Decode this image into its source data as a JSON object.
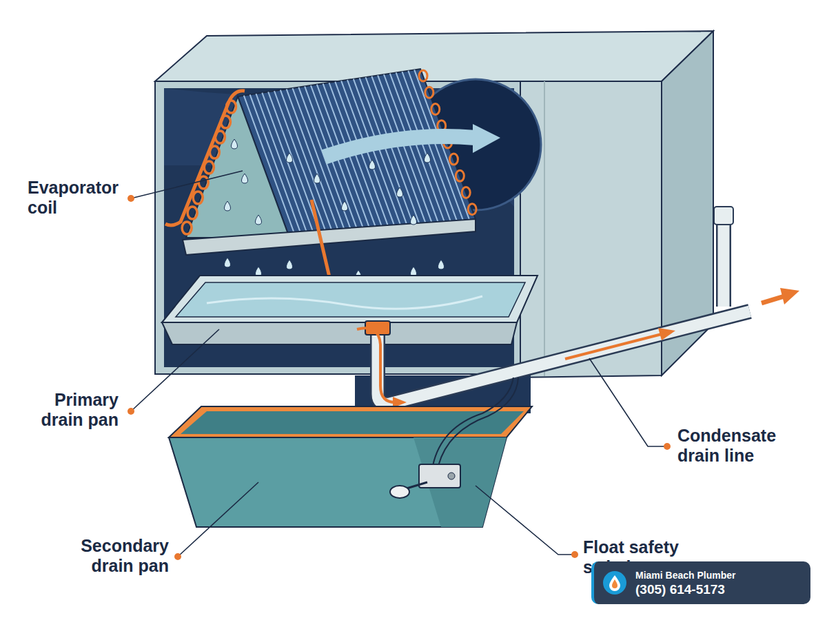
{
  "diagram": {
    "nodes": [
      {
        "text": [
          "Miami Beach Plumber",
          "(305) 614-5173"
        ]
      }
    ],
    "labels": [
      "Evaporator coil",
      "Primary drain pan",
      "Condensate drain line",
      "Secondary drain pan",
      "Float safety switch"
    ]
  }
}
